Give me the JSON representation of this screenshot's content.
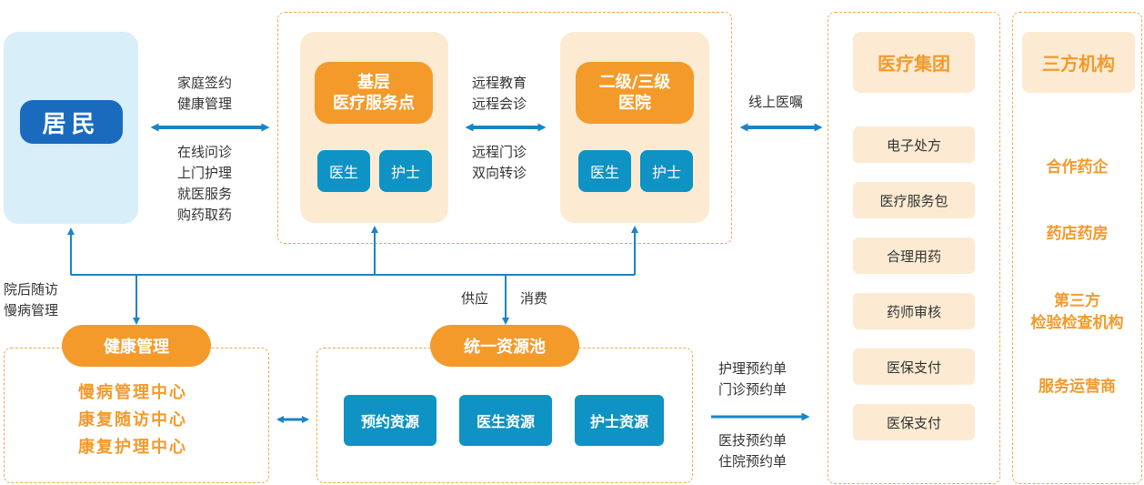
{
  "resident": {
    "label": "居民"
  },
  "left_links": {
    "top": [
      "家庭签约",
      "健康管理"
    ],
    "bottom": [
      "在线问诊",
      "上门护理",
      "就医服务",
      "购药取药"
    ]
  },
  "primary_care": {
    "title_line1": "基层",
    "title_line2": "医疗服务点",
    "doctor": "医生",
    "nurse": "护士"
  },
  "mid_links": {
    "top": [
      "远程教育",
      "远程会诊"
    ],
    "bottom": [
      "远程门诊",
      "双向转诊"
    ]
  },
  "hospital": {
    "title_line1": "二级/三级",
    "title_line2": "医院",
    "doctor": "医生",
    "nurse": "护士"
  },
  "online_link": "线上医嘱",
  "medical_group": {
    "title": "医疗集团",
    "items": [
      "电子处方",
      "医疗服务包",
      "合理用药",
      "药师审核",
      "医保支付",
      "医保支付"
    ]
  },
  "third_party": {
    "title": "三方机构",
    "items": [
      {
        "line1": "合作药企",
        "line2": ""
      },
      {
        "line1": "药店药房",
        "line2": ""
      },
      {
        "line1": "第三方",
        "line2": "检验检查机构"
      },
      {
        "line1": "服务运营商",
        "line2": ""
      }
    ]
  },
  "followup": [
    "院后随访",
    "慢病管理"
  ],
  "health_mgmt": {
    "title": "健康管理",
    "items": [
      "慢病管理中心",
      "康复随访中心",
      "康复护理中心"
    ]
  },
  "supply_consume": {
    "supply": "供应",
    "consume": "消费"
  },
  "resource_pool": {
    "title": "统一资源池",
    "items": [
      "预约资源",
      "医生资源",
      "护士资源"
    ]
  },
  "booking_links": {
    "top": [
      "护理预约单",
      "门诊预约单"
    ],
    "bottom": [
      "医技预约单",
      "住院预约单"
    ]
  },
  "colors": {
    "orange": "#f39a2b",
    "blue": "#1a6bbd",
    "teal": "#0e93c4",
    "beige": "#fcebd2",
    "light_blue": "#d8effa",
    "line": "#1a84c7"
  }
}
